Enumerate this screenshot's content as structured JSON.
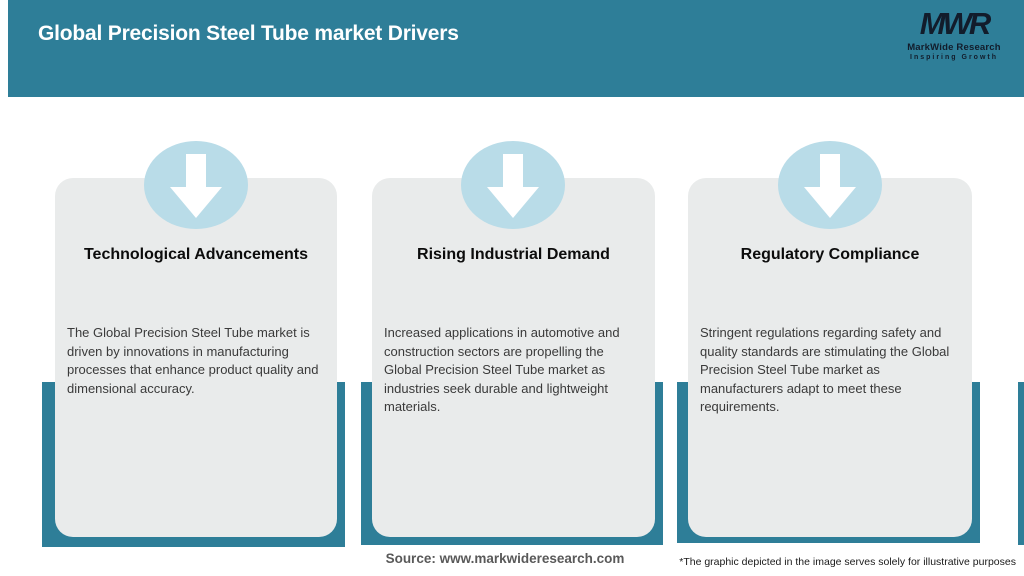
{
  "header": {
    "title": "Global Precision Steel Tube market Drivers",
    "logo": {
      "acronym": "MWR",
      "name": "MarkWide Research",
      "tagline": "Inspiring Growth"
    }
  },
  "cards": [
    {
      "title": "Technological Advancements",
      "description": "The Global Precision Steel Tube market is driven by innovations in manufacturing processes that enhance product quality and dimensional accuracy."
    },
    {
      "title": "Rising Industrial Demand",
      "description": "Increased applications in automotive and construction sectors are propelling the Global Precision Steel Tube market as industries seek durable and lightweight materials."
    },
    {
      "title": "Regulatory Compliance",
      "description": "Stringent regulations regarding safety and quality standards are stimulating the Global Precision Steel Tube market as manufacturers adapt to meet these requirements."
    }
  ],
  "footer": {
    "source": "Source: www.markwideresearch.com",
    "disclaimer": "*The graphic depicted in the image serves solely for illustrative purposes"
  },
  "icons": [
    {
      "name": "down-arrow-icon",
      "meaning": "driver indicator arrow"
    }
  ],
  "colors": {
    "header_teal": "#2e7e98",
    "shadow_teal": "#2e7e98",
    "circle_blue": "#b9dce8",
    "card_background": "#e9ebeb",
    "logo_dark": "#121c2b",
    "title_text": "#ffffff",
    "source_text": "#595959"
  }
}
